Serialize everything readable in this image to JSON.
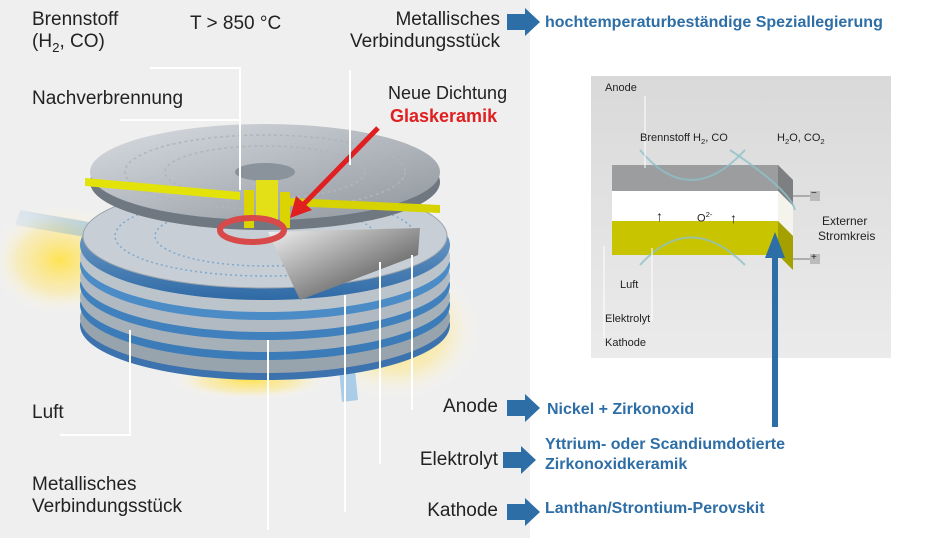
{
  "left": {
    "fuel_line1": "Brennstoff",
    "fuel_line2_pre": "(H",
    "fuel_line2_sub": "2",
    "fuel_line2_post": ", CO)",
    "temperature": "T > 850 °C",
    "interconnect_top_line1": "Metallisches",
    "interconnect_top_line2": "Verbindungsstück",
    "afterburning": "Nachverbrennung",
    "seal_line1": "Neue Dichtung",
    "seal_line2": "Glaskeramik",
    "air": "Luft",
    "anode": "Anode",
    "electrolyte": "Elektrolyt",
    "cathode": "Kathode",
    "interconnect_bottom_line1": "Metallisches",
    "interconnect_bottom_line2": "Verbindungsstück"
  },
  "materials": {
    "interconnect": "hochtemperaturbeständige Speziallegierung",
    "anode": "Nickel + Zirkonoxid",
    "electrolyte_line1": "Yttrium- oder Scandiumdotierte",
    "electrolyte_line2": "Zirkonoxidkeramik",
    "cathode": "Lanthan/Strontium-Perovskit"
  },
  "inset": {
    "anode": "Anode",
    "fuel_pre": "Brennstoff H",
    "fuel_sub": "2",
    "fuel_post": ", CO",
    "exhaust_pre": "H",
    "exhaust_sub1": "2",
    "exhaust_mid": "O, CO",
    "exhaust_sub2": "2",
    "oxygen_ion": "O",
    "oxygen_sup": "2-",
    "up_arrow": "↑",
    "minus": "−",
    "plus": "+",
    "external_line1": "Externer",
    "external_line2": "Stromkreis",
    "air": "Luft",
    "electrolyte": "Elektrolyt",
    "cathode": "Kathode"
  },
  "colors": {
    "arrow_blue": "#2e6ea6",
    "highlight_red": "#e02020",
    "anode_gray": "#9b9d9f",
    "cathode_yellow": "#c8c400"
  }
}
